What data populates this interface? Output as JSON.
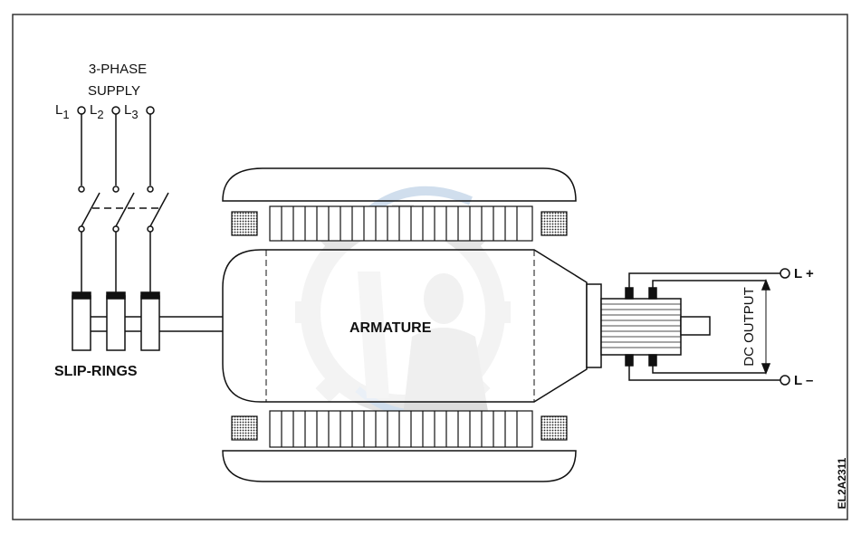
{
  "diagram": {
    "supply_label_line1": "3-PHASE",
    "supply_label_line2": "SUPPLY",
    "phases": [
      {
        "letter": "L",
        "sub": "1"
      },
      {
        "letter": "L",
        "sub": "2"
      },
      {
        "letter": "L",
        "sub": "3"
      }
    ],
    "slip_rings_label": "SLIP-RINGS",
    "armature_label": "ARMATURE",
    "output_label": "DC OUTPUT",
    "positive_terminal": "L +",
    "negative_terminal": "L –",
    "figure_code": "EL2A2311",
    "colors": {
      "line": "#111111",
      "frame": "#333333",
      "background": "#ffffff",
      "watermark_blue": "#2e6fb0",
      "watermark_gray": "#8a8a8a"
    }
  }
}
